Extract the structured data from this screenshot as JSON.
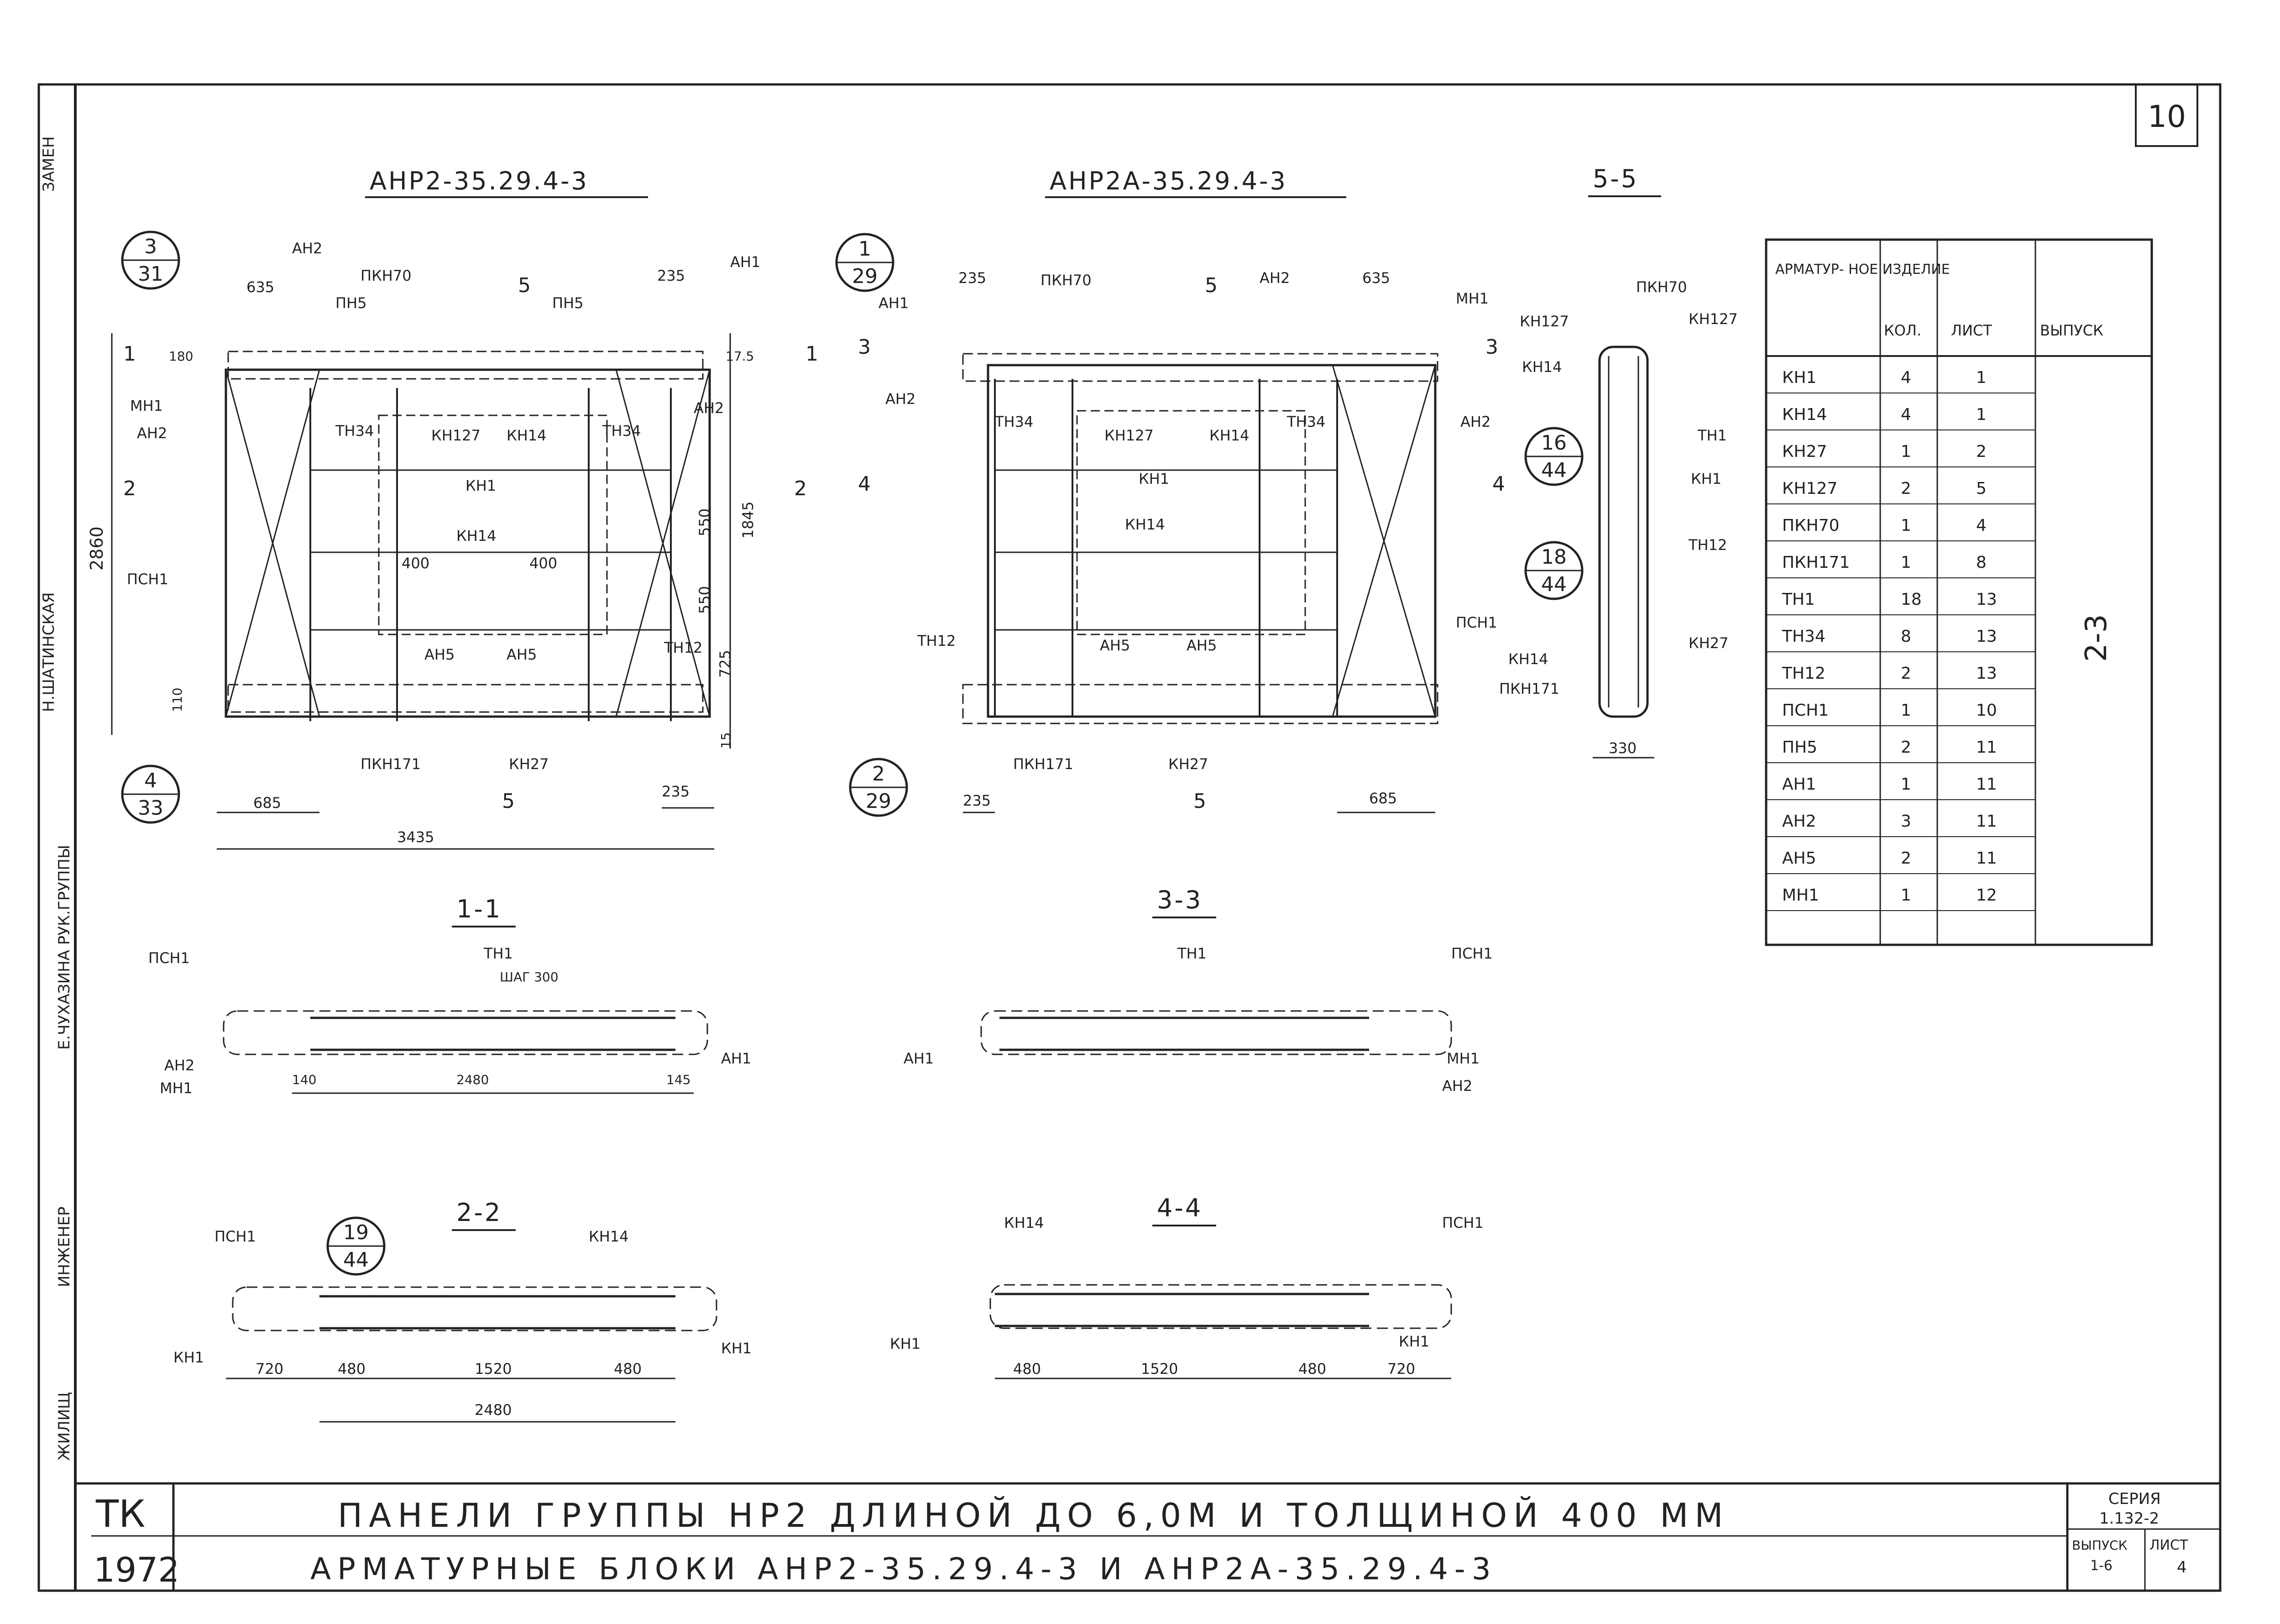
{
  "sheet": {
    "number": "10",
    "left_strip": [
      "ЗАМЕН",
      "Н.ШАТИНСКАЯ",
      "Е.ЧУХАЗИНА РУК.ГРУППЫ",
      "ИНЖЕНЕР",
      "ЖИЛИЩ"
    ]
  },
  "views": {
    "v1_title": "АНР2-35.29.4-3",
    "v2_title": "АНР2А-35.29.4-3",
    "v3_title": "5-5",
    "s11": "1-1",
    "s22": "2-2",
    "s33": "3-3",
    "s44": "4-4"
  },
  "view1": {
    "callouts": [
      {
        "top": "3",
        "bottom": "31"
      },
      {
        "top": "4",
        "bottom": "33"
      }
    ],
    "labels": [
      "АН2",
      "ПКН70",
      "ПН5",
      "5",
      "ПН5",
      "235",
      "АН1",
      "635",
      "1",
      "180",
      "17.5",
      "1",
      "МН1",
      "АН2",
      "ТН34",
      "КН127",
      "КН14",
      "ТН34",
      "АН2",
      "2",
      "КН1",
      "550",
      "1845",
      "2",
      "2860",
      "ПСН1",
      "КН14",
      "400",
      "400",
      "550",
      "АН5",
      "АН5",
      "ТН12",
      "725",
      "110",
      "15",
      "ПКН171",
      "КН27",
      "685",
      "5",
      "235",
      "3435"
    ]
  },
  "view2": {
    "callouts": [
      {
        "top": "1",
        "bottom": "29"
      },
      {
        "top": "2",
        "bottom": "29"
      }
    ],
    "labels": [
      "235",
      "ПКН70",
      "5",
      "АН2",
      "635",
      "МН1",
      "АН1",
      "3",
      "3",
      "АН2",
      "ТН34",
      "КН127",
      "КН14",
      "ТН34",
      "АН2",
      "4",
      "КН1",
      "4",
      "КН14",
      "ТН12",
      "АН5",
      "АН5",
      "ПСН1",
      "ПКН171",
      "КН27",
      "235",
      "5",
      "685"
    ]
  },
  "view3": {
    "callouts": [
      {
        "top": "16",
        "bottom": "44"
      },
      {
        "top": "18",
        "bottom": "44"
      }
    ],
    "labels": [
      "ПКН70",
      "КН127",
      "КН127",
      "КН14",
      "ТН1",
      "КН1",
      "ТН12",
      "КН14",
      "КН27",
      "ПКН171",
      "330"
    ]
  },
  "sec11": {
    "labels": [
      "ПСН1",
      "ТН1",
      "ШАГ 300",
      "АН2",
      "МН1",
      "АН1",
      "140",
      "2480",
      "145"
    ]
  },
  "sec33": {
    "labels": [
      "ТН1",
      "ПСН1",
      "АН1",
      "МН1",
      "АН2"
    ]
  },
  "sec22": {
    "callout": {
      "top": "19",
      "bottom": "44"
    },
    "labels": [
      "ПСН1",
      "КН14",
      "КН1",
      "КН1",
      "720",
      "480",
      "1520",
      "480",
      "2480"
    ]
  },
  "sec44": {
    "labels": [
      "КН14",
      "ПСН1",
      "КН1",
      "КН1",
      "480",
      "1520",
      "480",
      "720"
    ]
  },
  "spec_table": {
    "headers": [
      "АРМАТУР- НОЕ ИЗДЕЛИЕ",
      "КОЛ.",
      "ЛИСТ",
      "ВЫПУСК"
    ],
    "rows": [
      [
        "КН1",
        "4",
        "1"
      ],
      [
        "КН14",
        "4",
        "1"
      ],
      [
        "КН27",
        "1",
        "2"
      ],
      [
        "КН127",
        "2",
        "5"
      ],
      [
        "ПКН70",
        "1",
        "4"
      ],
      [
        "ПКН171",
        "1",
        "8"
      ],
      [
        "ТН1",
        "18",
        "13"
      ],
      [
        "ТН34",
        "8",
        "13"
      ],
      [
        "ТН12",
        "2",
        "13"
      ],
      [
        "ПСН1",
        "1",
        "10"
      ],
      [
        "ПН5",
        "2",
        "11"
      ],
      [
        "АН1",
        "1",
        "11"
      ],
      [
        "АН2",
        "3",
        "11"
      ],
      [
        "АН5",
        "2",
        "11"
      ],
      [
        "МН1",
        "1",
        "12"
      ]
    ],
    "issue": "2-3"
  },
  "title_block": {
    "org": "ТК",
    "year": "1972",
    "line1": "ПАНЕЛИ ГРУППЫ НР2 ДЛИНОЙ ДО 6,0М И ТОЛЩИНОЙ 400 ММ",
    "line2": "АРМАТУРНЫЕ БЛОКИ АНР2-35.29.4-3 И АНР2А-35.29.4-3",
    "series_label": "СЕРИЯ",
    "series": "1.132-2",
    "issue_label": "ВЫПУСК",
    "issue": "1-6",
    "sheet_label": "ЛИСТ",
    "sheet": "4"
  }
}
